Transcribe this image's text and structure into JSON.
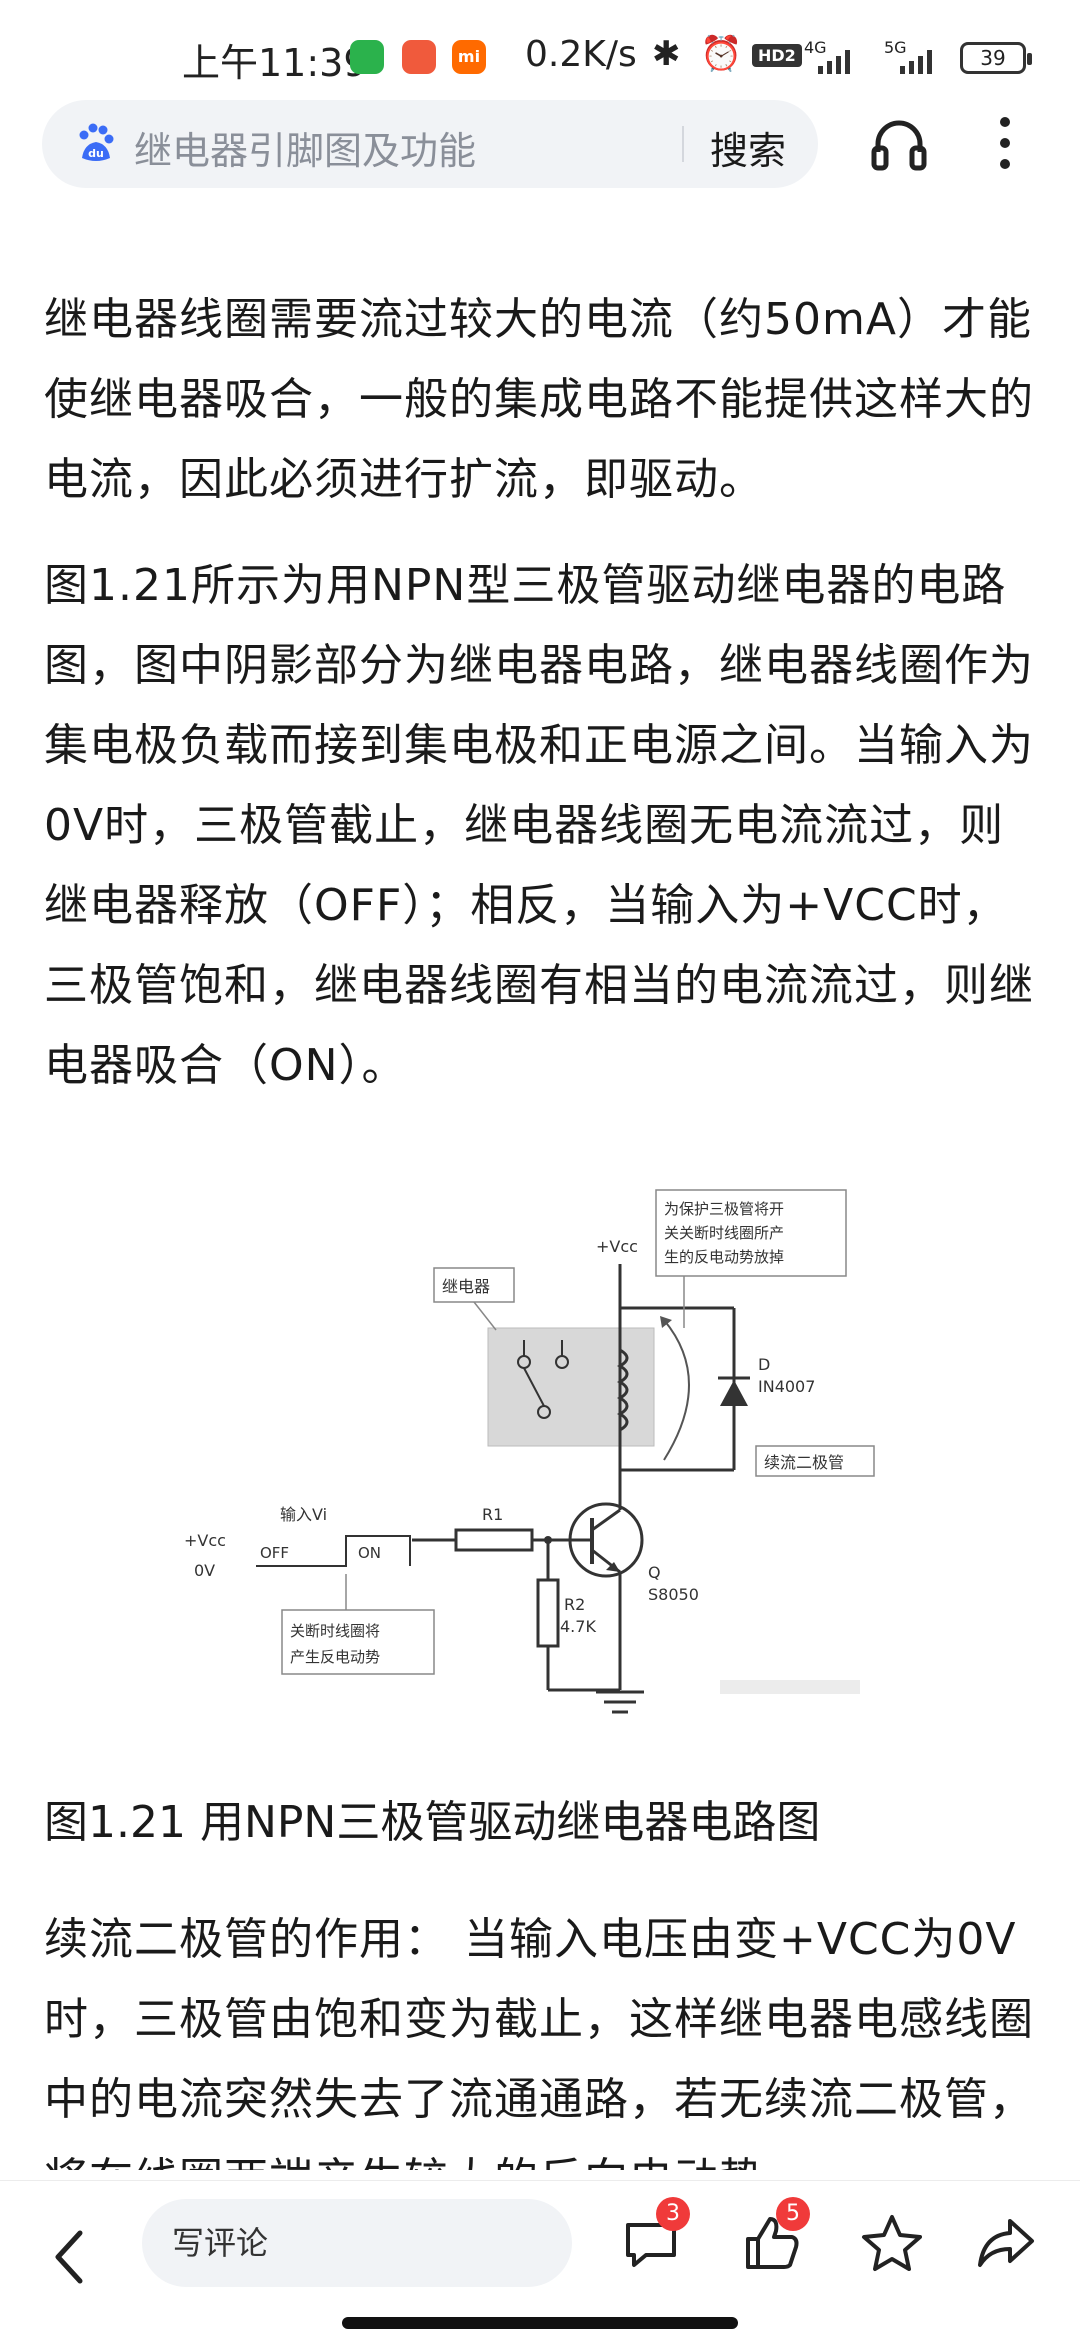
{
  "status_bar": {
    "time": "上午11:39",
    "mi_icon_text": "mi",
    "net_speed": "0.2K/s",
    "hd_badge": "HD2",
    "network_1": "4G",
    "network_2": "5G",
    "battery": "39"
  },
  "search": {
    "query": "继电器引脚图及功能",
    "button_label": "搜索"
  },
  "article": {
    "paragraphs": [
      "继电器线圈需要流过较大的电流（约50mA）才能使继电器吸合，一般的集成电路不能提供这样大的电流，因此必须进行扩流，即驱动。",
      "图1.21所示为用NPN型三极管驱动继电器的电路图，图中阴影部分为继电器电路，继电器线圈作为集电极负载而接到集电极和正电源之间。当输入为0V时，三极管截止，继电器线圈无电流流过，则继电器释放（OFF）；相反，当输入为+VCC时，三极管饱和，继电器线圈有相当的电流流过，则继电器吸合（ON）。"
    ],
    "figure": {
      "label_vcc_top": "+Vcc",
      "label_relay": "继电器",
      "label_protect": [
        "为保护三极管将开",
        "关关断时线圈所产",
        "生的反电动势放掉"
      ],
      "label_diode_d": "D",
      "label_diode_part": "IN4007",
      "label_freewheel": "续流二极管",
      "label_input": "输入Vi",
      "label_vcc_left": "+Vcc",
      "label_0v": "0V",
      "label_off": "OFF",
      "label_on": "ON",
      "label_r1": "R1",
      "label_r2": "R2",
      "label_r2_value": "4.7K",
      "label_q": "Q",
      "label_q_part": "S8050",
      "label_back_emf": [
        "关断时线圈将",
        "产生反电动势"
      ]
    },
    "caption": "图1.21 用NPN三极管驱动继电器电路图",
    "paragraph_3": "续流二极管的作用： 当输入电压由变+VCC为0V时，三极管由饱和变为截止，这样继电器电感线圈中的电流突然失去了流通通路，若无续流二极管，将在线圈两端产生较大的反向电动势"
  },
  "bottom_bar": {
    "comment_placeholder": "写评论",
    "comment_badge": "3",
    "like_badge": "5"
  }
}
